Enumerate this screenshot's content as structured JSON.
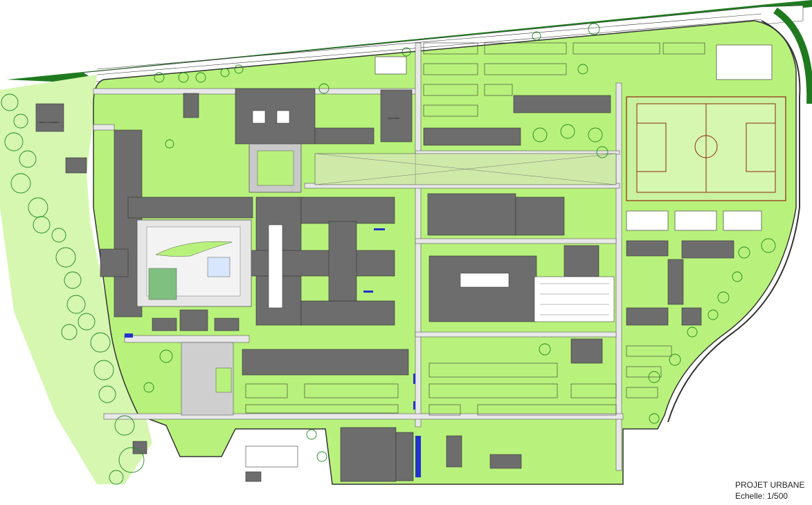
{
  "title_block": {
    "project": "PROJET URBANE",
    "scale": "Echelle: 1/500"
  },
  "labels": {
    "gymnase": "Gymnase",
    "small_building": "Centre d'activités"
  },
  "colors": {
    "grass": "#b8f27c",
    "grass_light": "#d6f7b0",
    "building": "#6d6d6d",
    "road": "#e8e8e8",
    "outline": "#444444",
    "tree": "#1f8a1f",
    "field_line": "#8b2a0a",
    "water": "#2233cc"
  },
  "icons": [
    "tree-icon",
    "football-field-icon",
    "tennis-court-icon",
    "parking-icon"
  ]
}
